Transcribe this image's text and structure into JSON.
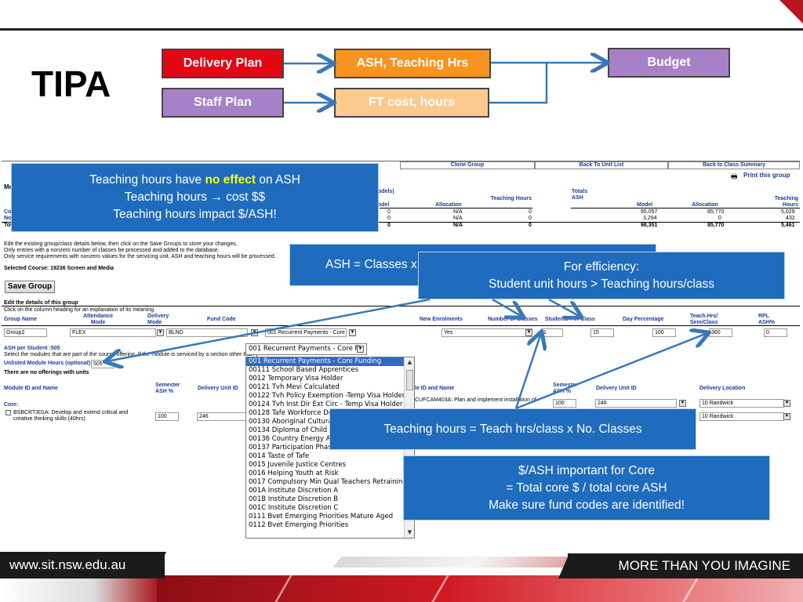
{
  "slide": {
    "title": "TIPA",
    "flow": {
      "delivery_plan": "Delivery Plan",
      "staff_plan": "Staff Plan",
      "ash_teaching": "ASH, Teaching Hrs",
      "ft_cost": "FT cost, hours",
      "budget": "Budget"
    }
  },
  "screenshot": {
    "tabs": [
      "Clone Group",
      "Back To Unit List",
      "Back to Class Summary"
    ],
    "print_link": "Print this group",
    "models_label": "odels)",
    "totals_label": "Totals",
    "ash_label": "ASH",
    "mod_label": "Mo",
    "col_headers": {
      "model": "odel",
      "allocation": "Allocation",
      "teaching_hours": "Teaching Hours",
      "totals_model": "Model",
      "totals_allocation": "Allocation",
      "totals_teaching": "Teaching Hours"
    },
    "row_labels": [
      "Cor",
      "Nor",
      "Tot"
    ],
    "rows": [
      {
        "model": "0",
        "allocation": "N/A",
        "teaching": "0",
        "t_model": "95,057",
        "t_alloc": "85,770",
        "t_teach": "5,029"
      },
      {
        "model": "0",
        "allocation": "N/A",
        "teaching": "0",
        "t_model": "3,294",
        "t_alloc": "0",
        "t_teach": "432"
      },
      {
        "model": "0",
        "allocation": "N/A",
        "teaching": "0",
        "t_model": "98,351",
        "t_alloc": "85,770",
        "t_teach": "5,461"
      }
    ],
    "instructions": [
      "Edit the existing group/class details below, then click on the Save Groups to store your changes.",
      "Only entries with a nonzero number of classes be processed and added to the database.",
      "Only service requirements with nonzero values for the servicing unit, ASH and teaching hours will be processed."
    ],
    "selected_course": "Selected Course: 19236 Screen and Media",
    "save_button": "Save Group",
    "edit_details": "Edit the details of this group",
    "click_column": "Click on the column heading for an explanation of its meaning.",
    "grid_headers": {
      "group_name": "Group Name",
      "attendance_mode": "Attendance Mode",
      "delivery_mode": "Delivery Mode",
      "fund_code": "Fund Code",
      "new_enrolments": "New Enrolments",
      "number_of_classes": "Number of Classes",
      "students_per_class": "Students Per Class",
      "day_percentage": "Day Percentage",
      "teach_hrs": "Teach.Hrs/ Sem/Class",
      "rpl": "RPL ASH%"
    },
    "grid_values": {
      "group_name": "Group2",
      "attendance_mode": "FLEX",
      "delivery_mode": "BLND",
      "fund_code": "001 Recurrent Payments - Core F",
      "new_enrolments": "Yes",
      "number_of_classes": "1",
      "students_per_class": "15",
      "day_percentage": "100",
      "teach_hrs": "360",
      "rpl": "0"
    },
    "ash_per_student": "ASH per Student :505",
    "select_modules": "Select the modules that are part of the course offering. If the module is serviced by a section other than y",
    "unlisted_hours_label": "Unlisted Module Hours (optional):",
    "unlisted_hours_value": "505",
    "no_offerings": "There are no offerings with units",
    "module_headers": {
      "module_id": "Module ID and Name",
      "semester_ash": "Semester ASH %",
      "delivery_unit": "Delivery Unit ID",
      "module_id_right": "le ID and Name",
      "semester_ash_right": "Semester ASH %",
      "delivery_unit_right": "Delivery Unit ID",
      "delivery_location": "Delivery Location"
    },
    "core_label": "Core:",
    "module_left": "BSBCRT301A: Develop and extend critical and creative thinking skills (40hrs)",
    "module_left_ash": "100",
    "module_left_unit": "246",
    "module_right": "CUFCAM403A: Plan and implement installation of",
    "module_right_ash": "100",
    "module_right_unit": "246",
    "location_1": "10 Randwick",
    "location_2": "10 Randwick"
  },
  "dropdown": {
    "current": "001 Recurrent Payments - Core Fi",
    "options": [
      "001 Recurrent Payments - Core Funding",
      "00111 School Based Apprentices",
      "0012 Temporary Visa Holder",
      "00121 Tvh Mevi Calculated",
      "00122 Tvh Policy Exemption -Temp Visa Holder",
      "00124 Tvh Inst Dir Ext Circ - Temp Visa Holder",
      "00128 Tafe Workforce De",
      "00130 Aboriginal Cultural A",
      "00134 Diploma of Child Stu",
      "00136 Country Energy Ap",
      "00137 Participation Phase Initiative",
      "0014 Taste of Tafe",
      "0015 Juvenile Justice Centres",
      "0016 Helping Youth at Risk",
      "0017 Compulsory Min Qual Teachers Retraining",
      "001A Institute Discretion A",
      "001B Institute Discretion B",
      "001C Institute Discretion C",
      "0111 Bvet Emerging Priorities Mature Aged",
      "0112 Bvet Emerging Priorities"
    ]
  },
  "callouts": {
    "c1_line1_pre": "Teaching hours have ",
    "c1_line1_hl": "no effect",
    "c1_line1_post": " on ASH",
    "c1_line2": "Teaching hours → cost $$",
    "c1_line3": "Teaching hours impact $/ASH!",
    "c2": "ASH = Classes x",
    "c3_line1": "For efficiency:",
    "c3_line2": "Student unit hours > Teaching hours/class",
    "c4": "Teaching hours = Teach hrs/class x No. Classes",
    "c5_line1": "$/ASH important for Core",
    "c5_line2": "= Total core $ / total core ASH",
    "c5_line3": "Make sure fund codes are identified!"
  },
  "footer": {
    "url": "www.sit.nsw.edu.au",
    "tagline": "MORE THAN YOU IMAGINE"
  },
  "colors": {
    "delivery_plan": "#e30613",
    "staff_plan": "#a781c8",
    "ash_teaching": "#f7931e",
    "ft_cost": "#fcc98e",
    "budget": "#a781c8",
    "callout_blue": "#1f6bbd",
    "arrow_blue": "#3a78b8",
    "highlight_yellow": "#ffff00"
  }
}
